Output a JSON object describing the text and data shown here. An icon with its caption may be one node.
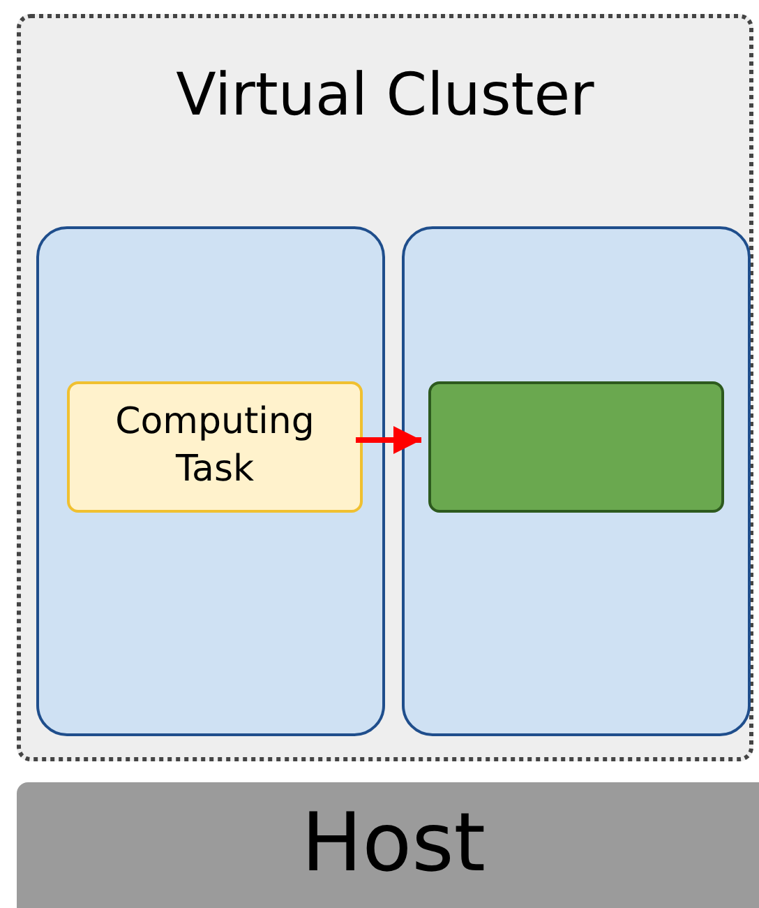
{
  "diagram": {
    "nodes": [
      {
        "text": [
          "Virtual Cluster"
        ]
      },
      {
        "text": [],
        "shape": "box",
        "in": 0
      },
      {
        "text": [
          "Computing Task"
        ],
        "in": 1
      },
      {
        "text": [],
        "shape": "box",
        "in": 0
      },
      {
        "text": [],
        "shape": "box",
        "in": 3
      },
      {
        "text": [
          "Host"
        ]
      }
    ],
    "edges": [
      {
        "from": 2,
        "to": 4,
        "arrow": "to",
        "color": "#ff0000"
      }
    ]
  }
}
